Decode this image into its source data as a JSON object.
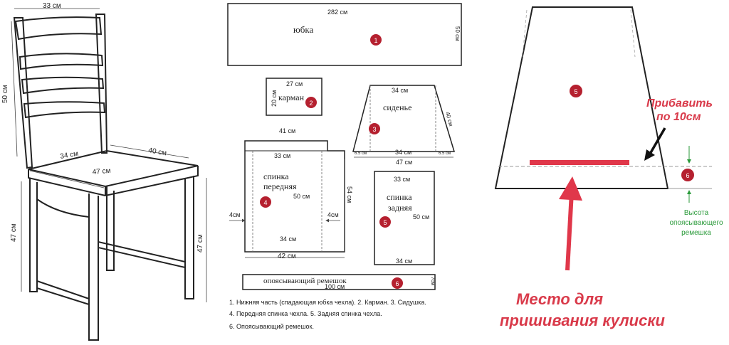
{
  "chair": {
    "dim_top": "33 см",
    "dim_back": "50 см",
    "dim_seat_depth": "34 см",
    "dim_seat_side": "40 см",
    "dim_seat_front": "47 см",
    "dim_leg_left": "47 см",
    "dim_leg_right": "47 см"
  },
  "pattern": {
    "skirt": {
      "width": "282 см",
      "height": "50 см",
      "label": "юбка",
      "num": "1"
    },
    "pocket": {
      "width": "27 см",
      "height": "20 см",
      "label": "карман",
      "num": "2"
    },
    "seat": {
      "top": "34 см",
      "label": "сиденье",
      "side": "40 см",
      "inner": "34 см",
      "bottom": "47 см",
      "corner_left": "6.5 см",
      "corner_right": "6.5 см",
      "num": "3"
    },
    "front_back": {
      "top_outer": "41 см",
      "top_inner": "33 см",
      "label_line1": "спинка",
      "label_line2": "передняя",
      "height_inner": "50 см",
      "height_outer": "54 см",
      "side_left": "4см",
      "side_right": "4см",
      "bottom_inner": "34 см",
      "bottom_outer": "42 см",
      "num": "4"
    },
    "rear_back": {
      "top": "33 см",
      "label_line1": "спинка",
      "label_line2": "задняя",
      "height": "50 см",
      "bottom": "34 см",
      "num": "5"
    },
    "belt": {
      "label": "опоясывающий ремешок",
      "width": "100 см",
      "height": "7см",
      "num": "6"
    }
  },
  "legend": [
    "1. Нижняя часть (спадающая юбка чехла). 2. Карман. 3. Сидушка.",
    "4. Передняя спинка чехла. 5. Задняя спинка чехла.",
    "6.  Опоясывающий ремешок."
  ],
  "detail": {
    "num_top": "5",
    "num_side": "6",
    "add_line1": "Прибавить",
    "add_line2": "по 10см",
    "strap_line1": "Высота",
    "strap_line2": "опоясывающего",
    "strap_line3": "ремешка",
    "place_line1": "Место для",
    "place_line2": "пришивания кулиски"
  },
  "colors": {
    "accent_red": "#d93a4a",
    "marker_red": "#b5202f",
    "green": "#2a9a3a"
  }
}
